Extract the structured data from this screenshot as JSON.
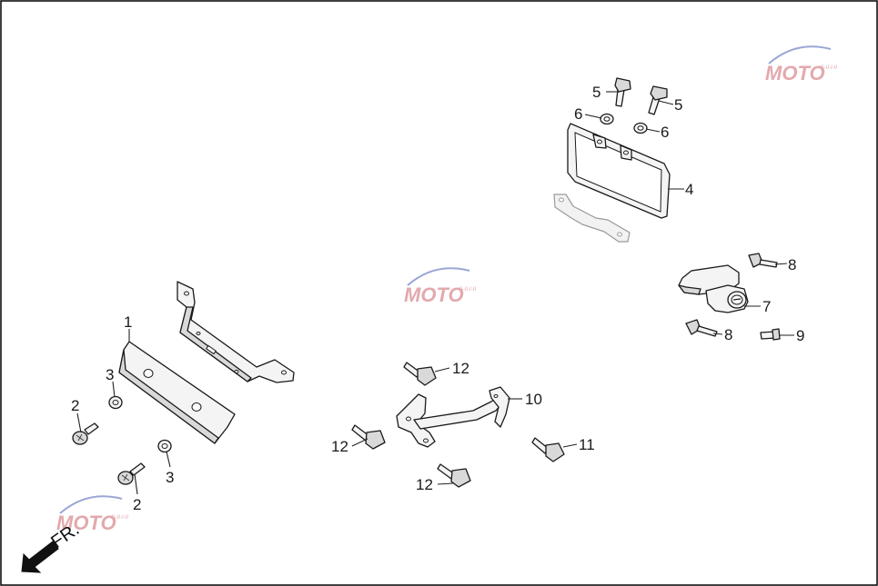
{
  "diagram": {
    "callouts": [
      {
        "id": "c1",
        "label": "1"
      },
      {
        "id": "c2a",
        "label": "2"
      },
      {
        "id": "c2b",
        "label": "2"
      },
      {
        "id": "c3a",
        "label": "3"
      },
      {
        "id": "c3b",
        "label": "3"
      },
      {
        "id": "c4",
        "label": "4"
      },
      {
        "id": "c5a",
        "label": "5"
      },
      {
        "id": "c5b",
        "label": "5"
      },
      {
        "id": "c6a",
        "label": "6"
      },
      {
        "id": "c6b",
        "label": "6"
      },
      {
        "id": "c7",
        "label": "7"
      },
      {
        "id": "c8a",
        "label": "8"
      },
      {
        "id": "c8b",
        "label": "8"
      },
      {
        "id": "c9",
        "label": "9"
      },
      {
        "id": "c10",
        "label": "10"
      },
      {
        "id": "c11",
        "label": "11"
      },
      {
        "id": "c12a",
        "label": "12"
      },
      {
        "id": "c12b",
        "label": "12"
      },
      {
        "id": "c12c",
        "label": "12"
      }
    ],
    "direction_label": "FR.",
    "watermark": {
      "text": "MOTO",
      "icon": "moto-logo-watermark"
    },
    "colors": {
      "line": "#1a1a1a",
      "watermark": "#e3a9ad",
      "watermark_accent": "#9aa6d6"
    }
  }
}
